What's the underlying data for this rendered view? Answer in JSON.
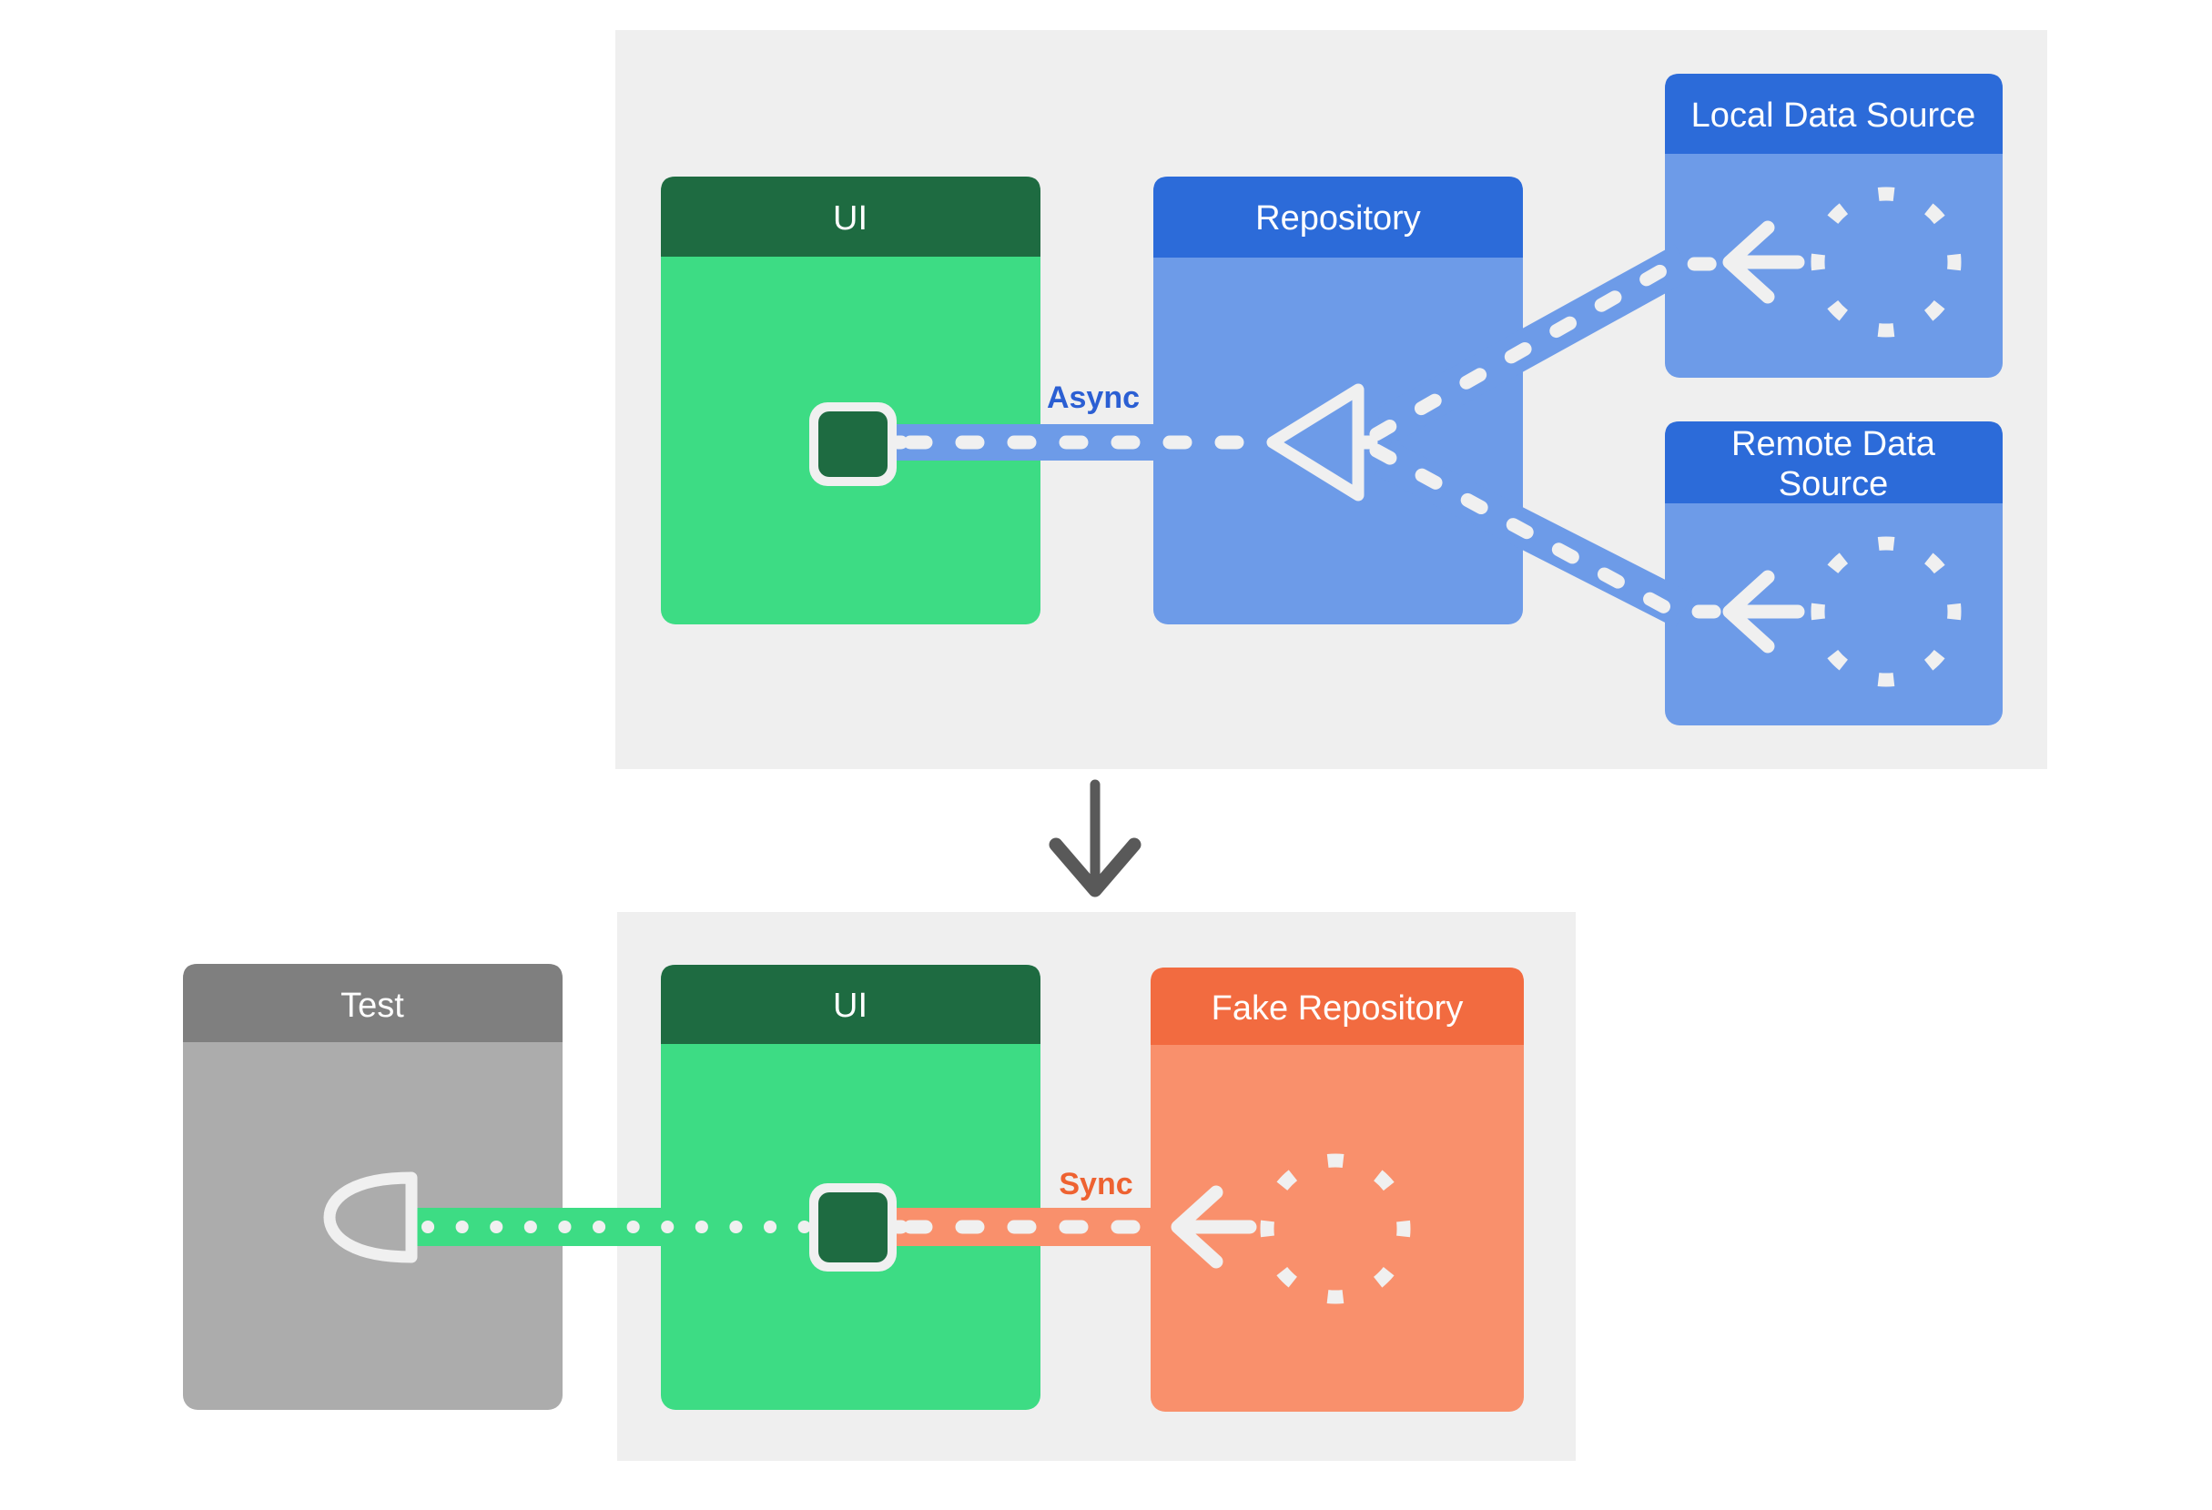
{
  "colors": {
    "page_bg": "#ffffff",
    "panel_bg": "#efefef",
    "green": "#3ddc84",
    "green_dark": "#1e6b41",
    "blue_header": "#2c6bd9",
    "blue_light": "#6d9be8",
    "async_text": "#2b5fd3",
    "gray_header": "#7f7f7f",
    "gray_body": "#acacac",
    "orange_header": "#f26b40",
    "orange_body": "#f9906c",
    "sync_text": "#ee6231",
    "ink_white": "#f0f0f0",
    "arrow_gray": "#595959"
  },
  "top_panel": {
    "ui": {
      "label": "UI"
    },
    "repository": {
      "label": "Repository"
    },
    "local_data_source": {
      "label": "Local Data Source"
    },
    "remote_data_source": {
      "line1": "Remote Data",
      "line2": "Source"
    },
    "connection_label": "Async"
  },
  "bottom_panel": {
    "test": {
      "label": "Test"
    },
    "ui": {
      "label": "UI"
    },
    "fake_repository": {
      "label": "Fake Repository"
    },
    "connection_label": "Sync"
  }
}
